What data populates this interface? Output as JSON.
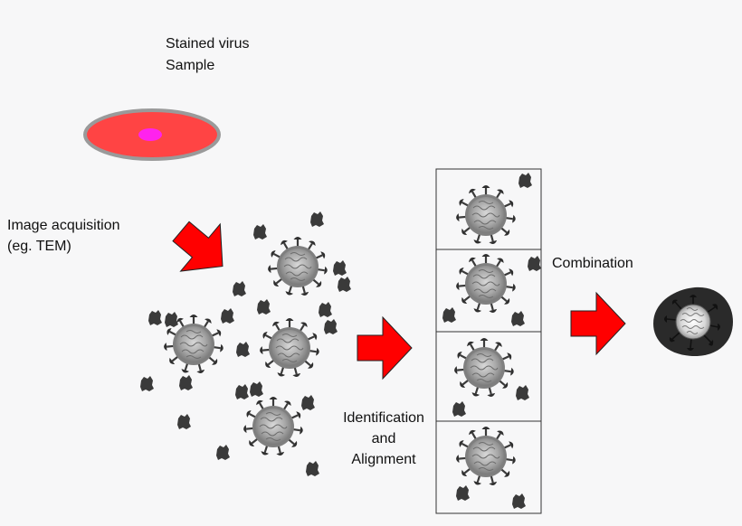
{
  "labels": {
    "sample_line1": "Stained virus",
    "sample_line2": "Sample",
    "acquisition_line1": "Image acquisition",
    "acquisition_line2": "(eg. TEM)",
    "identification_line1": "Identification",
    "identification_line2": "and",
    "identification_line3": "Alignment",
    "combination": "Combination"
  },
  "colors": {
    "dish_fill": "#ff4444",
    "dish_rim": "#9a9a9a",
    "stain_spot": "#ff22ee",
    "arrow_fill": "#ff0000",
    "arrow_stroke": "#222222",
    "debris": "#3a3a3a",
    "virus_body": "#9a9a9a",
    "spike": "#3a3a3a",
    "result_bg": "#2a2a2a",
    "background": "#f7f7f8"
  },
  "icons": {
    "sample": "petri-dish-icon",
    "virus": "virus-particle-icon",
    "debris": "debris-particle-icon",
    "result": "averaged-virus-icon"
  }
}
